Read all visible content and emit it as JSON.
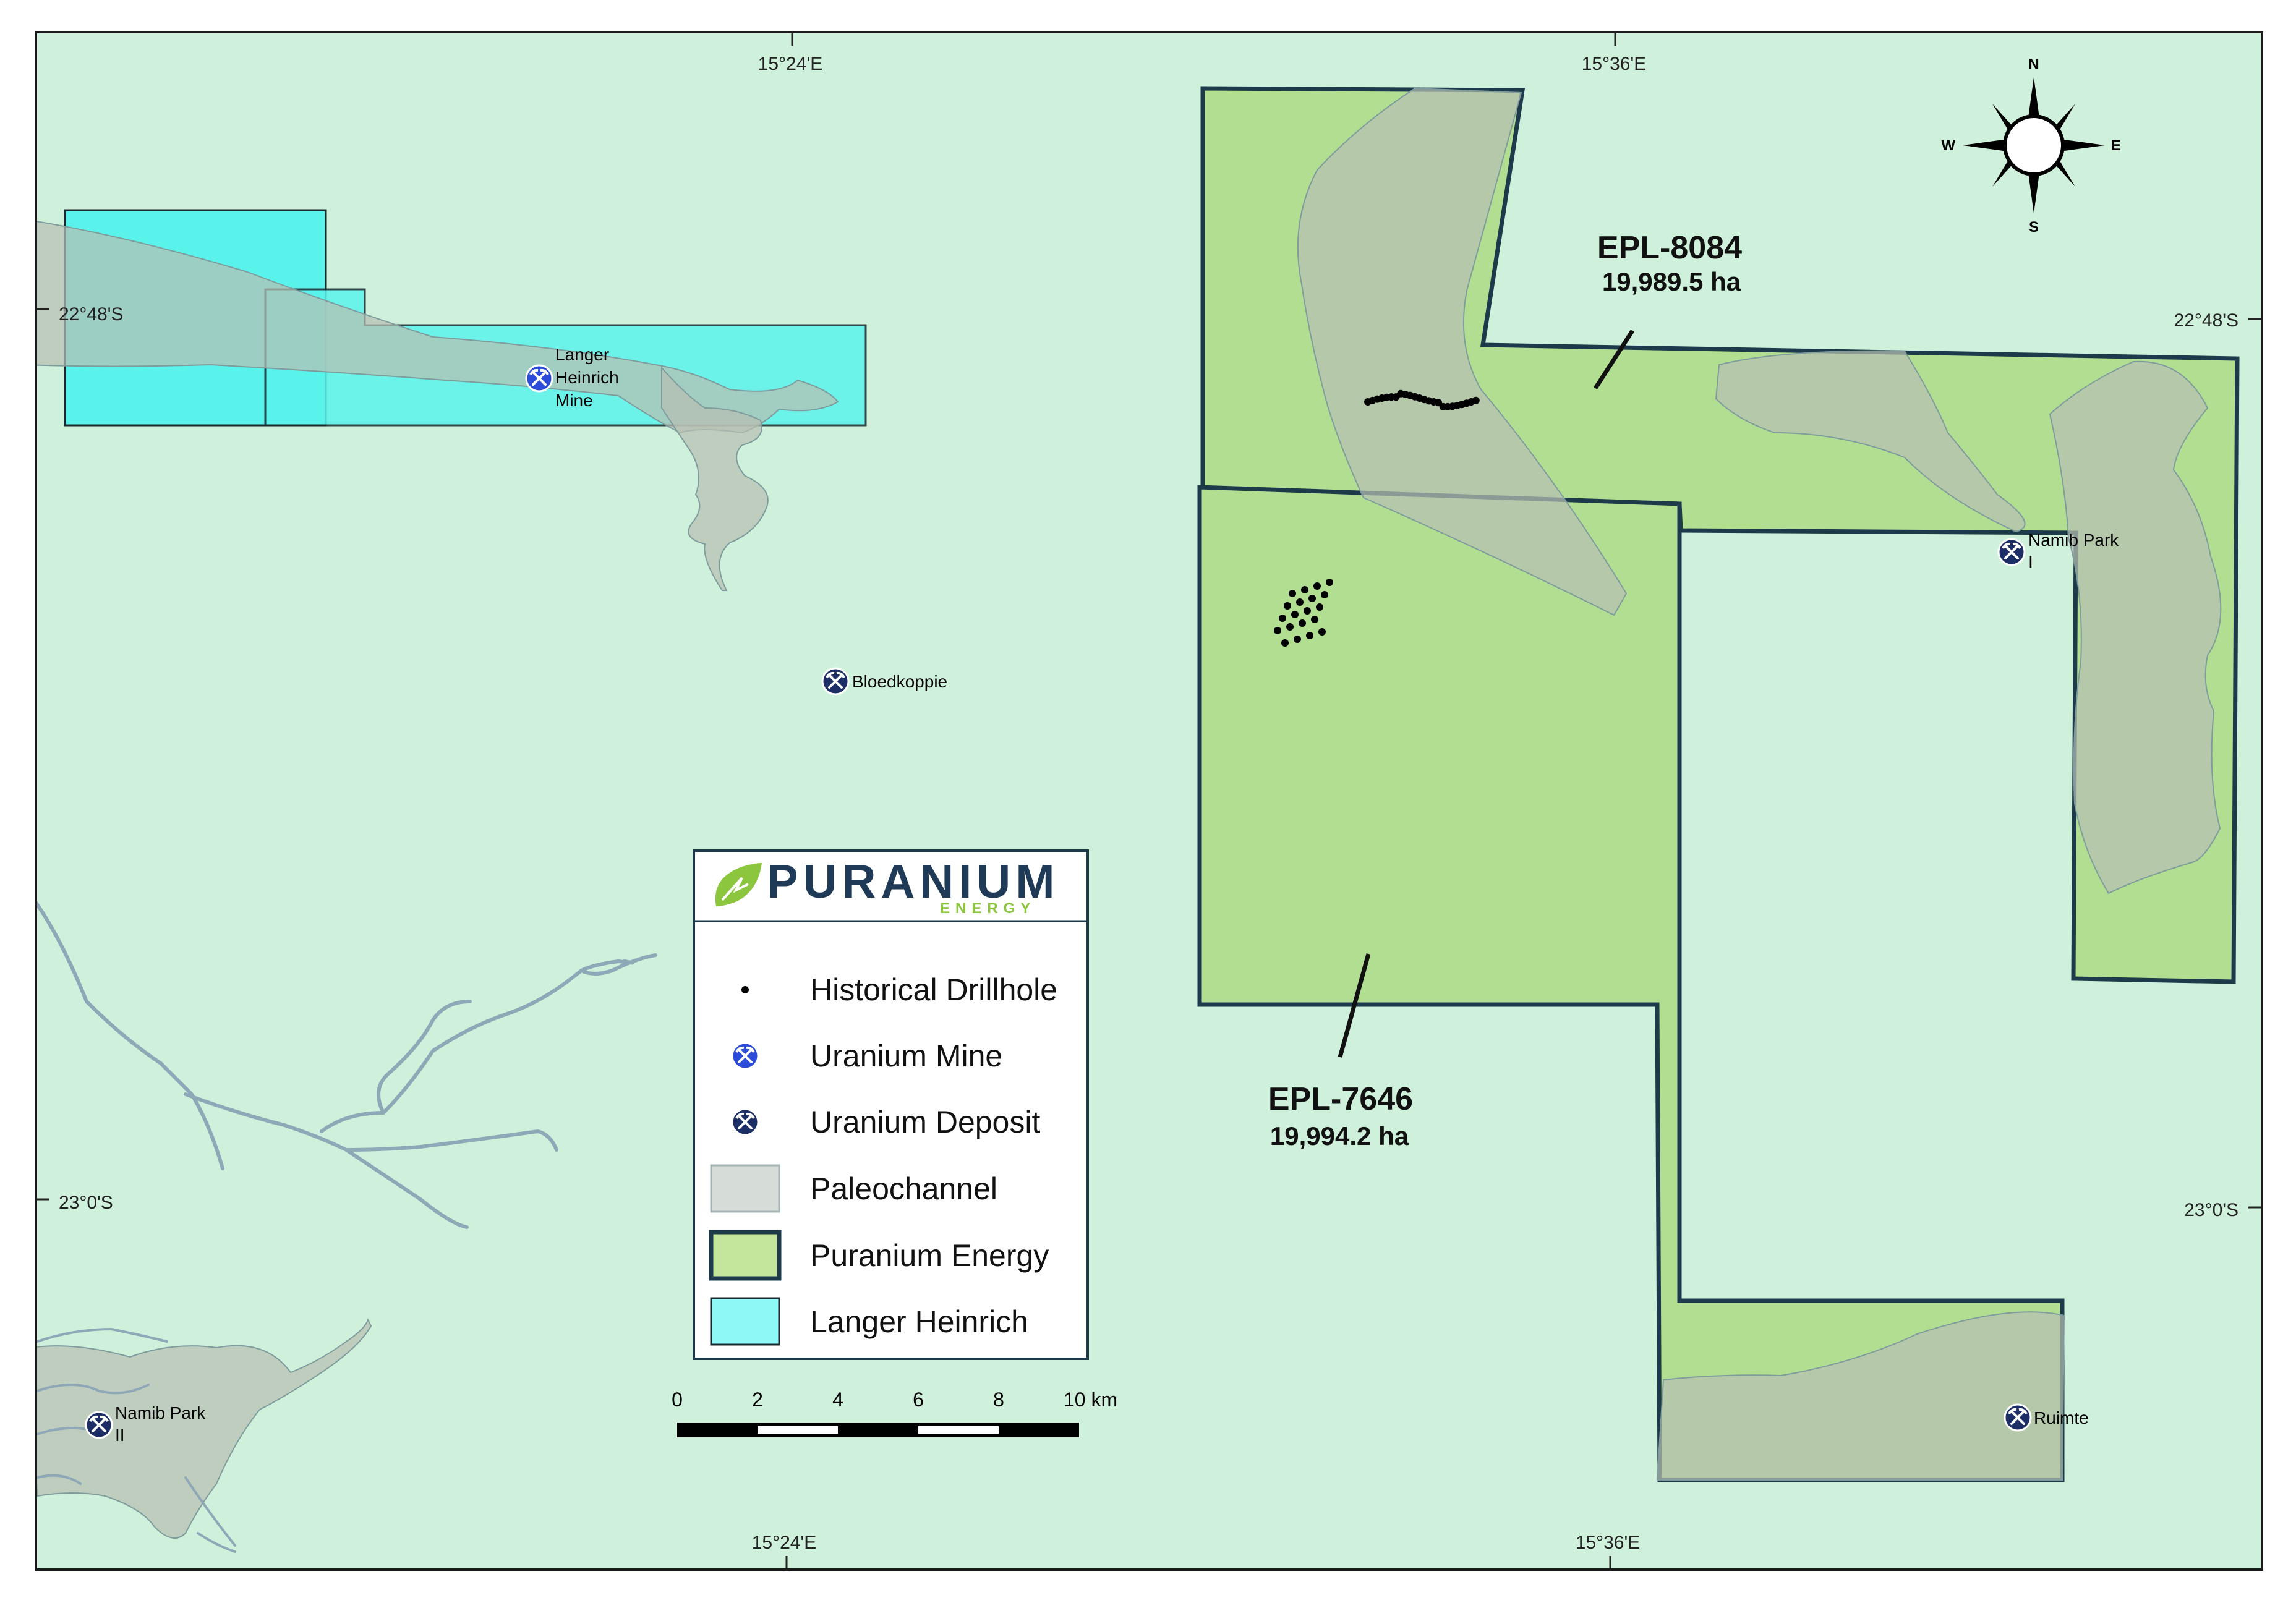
{
  "colors": {
    "background": "#cff0da",
    "puranium_fill": "#b2de92",
    "puranium_border": "#1c3a4a",
    "langer_fill": "#5af3ec",
    "paleochannel_fill": "#b7bfb3",
    "river": "#8fa8b8",
    "mine_icon": "#2b4bd8",
    "deposit_icon": "#1d2e66",
    "brand_navy": "#1e3a56",
    "brand_green": "#8cc63f"
  },
  "grid_labels": {
    "top_left": "15°24'E",
    "top_right": "15°36'E",
    "bottom_left": "15°24'E",
    "bottom_right": "15°36'E",
    "left_upper": "22°48'S",
    "left_lower": "23°0'S",
    "right_upper": "22°48'S",
    "right_lower": "23°0'S"
  },
  "compass": {
    "n": "N",
    "s": "S",
    "e": "E",
    "w": "W"
  },
  "licences": {
    "epl_8084": {
      "name": "EPL-8084",
      "area": "19,989.5 ha"
    },
    "epl_7646": {
      "name": "EPL-7646",
      "area": "19,994.2 ha"
    }
  },
  "sites": {
    "langer_line1": "Langer",
    "langer_line2": "Heinrich",
    "langer_line3": "Mine",
    "bloedkoppie": "Bloedkoppie",
    "namib_park_i_line1": "Namib Park",
    "namib_park_i_line2": "I",
    "namib_park_ii_line1": "Namib Park",
    "namib_park_ii_line2": "II",
    "ruimte": "Ruimte"
  },
  "legend": {
    "brand_name": "PURANIUM",
    "brand_sub": "ENERGY",
    "items": [
      {
        "label": "Historical Drillhole",
        "icon": "dot-icon"
      },
      {
        "label": "Uranium Mine",
        "icon": "mine-icon"
      },
      {
        "label": "Uranium Deposit",
        "icon": "deposit-icon"
      },
      {
        "label": "Paleochannel",
        "icon": "grey-swatch"
      },
      {
        "label": "Puranium Energy",
        "icon": "green-swatch"
      },
      {
        "label": "Langer Heinrich",
        "icon": "cyan-swatch"
      }
    ]
  },
  "scale_bar": {
    "labels": [
      "0",
      "2",
      "4",
      "6",
      "8",
      "10 km"
    ]
  }
}
